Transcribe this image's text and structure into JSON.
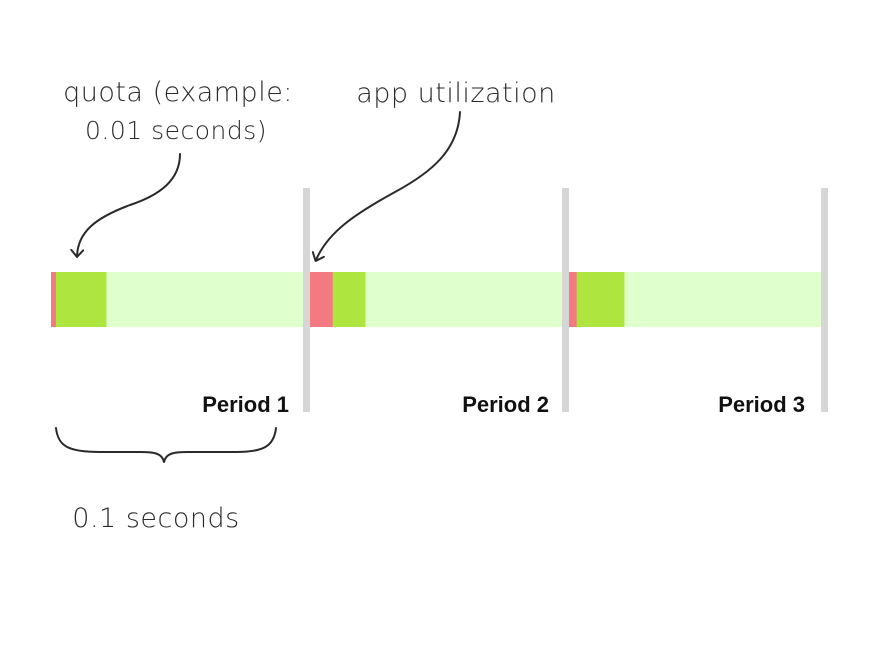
{
  "annotations": {
    "quota_line1": "quota (example:",
    "quota_line2": "0.01 seconds)",
    "app_utilization": "app utilization",
    "period_length": "0.1 seconds"
  },
  "periods": [
    {
      "label": "Period 1",
      "quota_fraction": 0.22,
      "utilization_fraction": 0.02
    },
    {
      "label": "Period 2",
      "quota_fraction": 0.22,
      "utilization_fraction": 0.09
    },
    {
      "label": "Period 3",
      "quota_fraction": 0.22,
      "utilization_fraction": 0.03
    }
  ],
  "colors": {
    "period_background": "#dfffcc",
    "quota": "#aee53f",
    "utilization": "#f27a80",
    "divider": "#d6d6d6",
    "ink": "#2a2a2a"
  }
}
